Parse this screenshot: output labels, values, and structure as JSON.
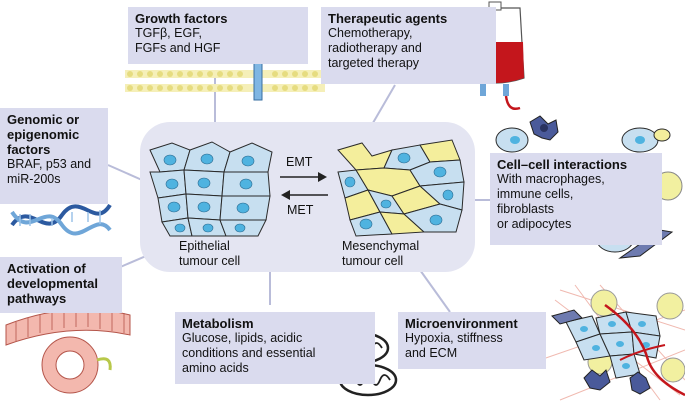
{
  "center": {
    "emt_label": "EMT",
    "met_label": "MET",
    "epithelial_line1": "Epithelial",
    "epithelial_line2": "tumour cell",
    "mesenchymal_line1": "Mesenchymal",
    "mesenchymal_line2": "tumour cell"
  },
  "factors": {
    "growth": {
      "title": "Growth factors",
      "lines": [
        "TGFβ, EGF,",
        "FGFs and HGF"
      ]
    },
    "therapeutic": {
      "title": "Therapeutic agents",
      "lines": [
        "Chemotherapy,",
        "radiotherapy and",
        "targeted therapy"
      ]
    },
    "genomic": {
      "title_lines": [
        "Genomic or",
        "epigenomic",
        "factors"
      ],
      "lines": [
        "BRAF, p53 and",
        "miR-200s"
      ]
    },
    "cell_cell": {
      "title": "Cell–cell interactions",
      "lines": [
        "With macrophages,",
        "immune cells,",
        "fibroblasts",
        "or adipocytes"
      ]
    },
    "developmental": {
      "title_lines": [
        "Activation of",
        "developmental",
        "pathways"
      ]
    },
    "metabolism": {
      "title": "Metabolism",
      "lines": [
        "Glucose, lipids, acidic",
        "conditions and essential",
        "amino acids"
      ]
    },
    "microenvironment": {
      "title": "Microenvironment",
      "lines": [
        "Hypoxia, stiffness",
        "and ECM"
      ]
    }
  },
  "colors": {
    "box_fill": "#dadbee",
    "center_fill": "#e4e5f2",
    "epithelial_cell": "#c7dff0",
    "nucleus": "#4fb3e0",
    "mesenchymal_cell": "#f4ee9c",
    "blood_red": "#c4161c",
    "macrophage": "#4a5a9a",
    "adipocyte": "#f2f0a0"
  }
}
